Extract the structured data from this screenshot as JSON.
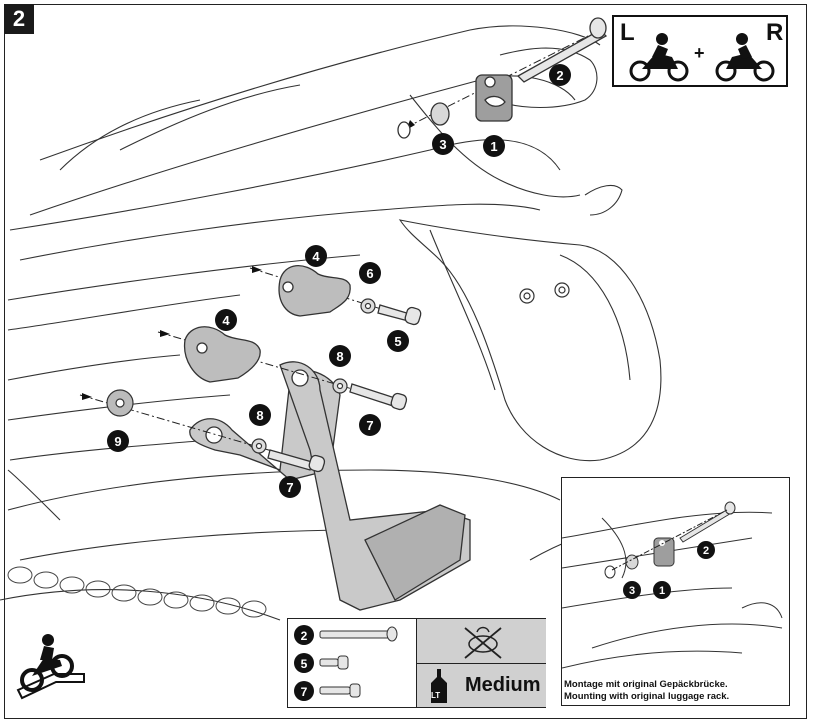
{
  "step": {
    "number": "2"
  },
  "orientation": {
    "left": "L",
    "plus": "+",
    "right": "R"
  },
  "callouts": {
    "c1": "1",
    "c2": "2",
    "c3": "3",
    "c4a": "4",
    "c4b": "4",
    "c5": "5",
    "c6": "6",
    "c7a": "7",
    "c7b": "7",
    "c8a": "8",
    "c8b": "8",
    "c9": "9"
  },
  "inset": {
    "callouts": {
      "c1": "1",
      "c2": "2",
      "c3": "3"
    },
    "caption_de": "Montage mit original Gepäckbrücke.",
    "caption_en": "Mounting with original luggage rack."
  },
  "legend": {
    "items": [
      {
        "num": "2"
      },
      {
        "num": "5"
      },
      {
        "num": "7"
      }
    ],
    "threadlock_label": "LT",
    "threadlock_strength": "Medium"
  },
  "icons": {
    "no_grease": "no-grease-icon",
    "threadlock": "threadlock-bottle-icon",
    "rider": "rider-on-motorcycle-icon"
  },
  "colors": {
    "part_gray": "#b8b8b8",
    "ink": "#111111",
    "legend_bg": "#d0d0d0"
  }
}
